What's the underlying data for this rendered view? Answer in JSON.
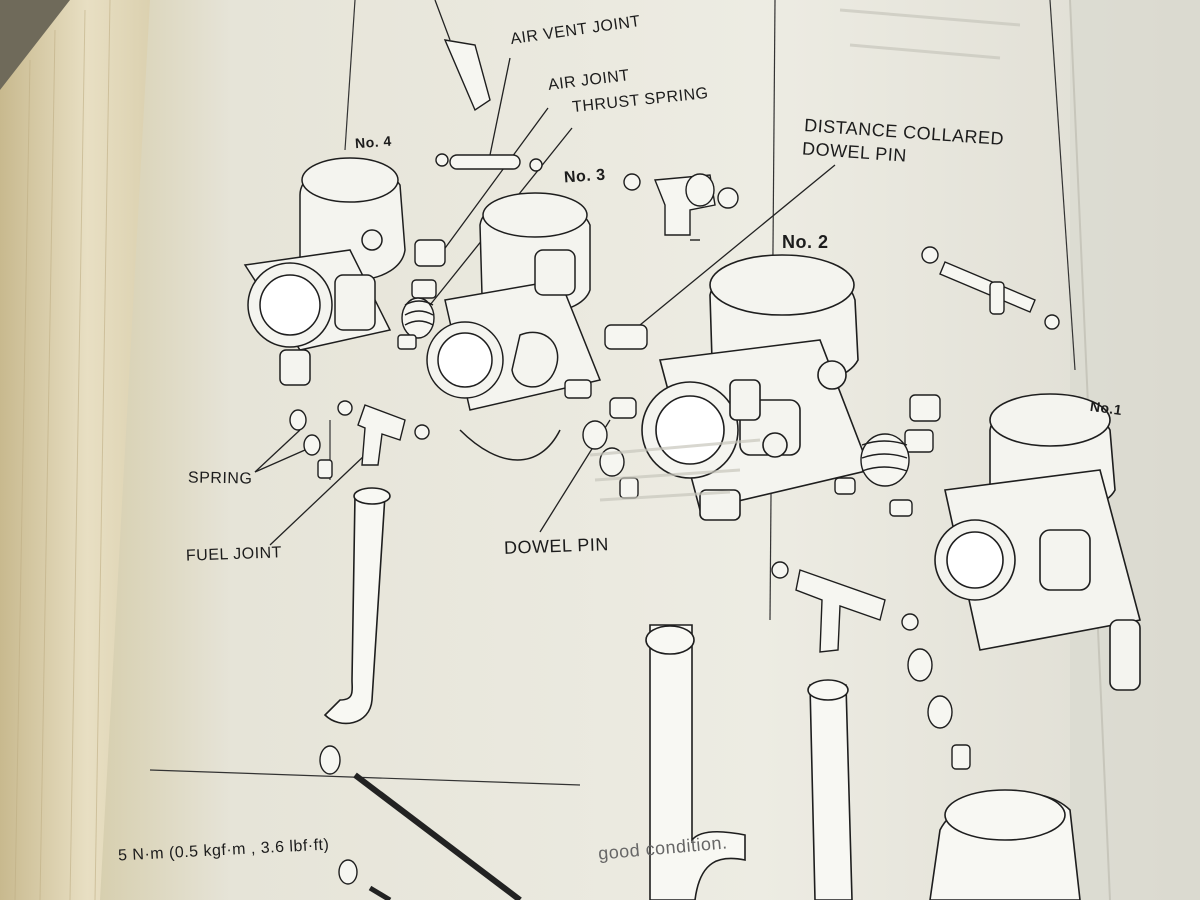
{
  "labels": {
    "air_vent_joint": "AIR VENT JOINT",
    "air_joint": "AIR JOINT",
    "thrust_spring": "THRUST SPRING",
    "distance_collared_line1": "DISTANCE COLLARED",
    "distance_collared_line2": "DOWEL PIN",
    "no4": "No. 4",
    "no3": "No. 3",
    "no2": "No. 2",
    "no1": "No.1",
    "spring": "SPRING",
    "fuel_joint": "FUEL JOINT",
    "dowel_pin": "DOWEL PIN",
    "torque": "5 N·m (0.5 kgf·m , 3.6 lbf·ft)",
    "bottom_text": "good condition."
  },
  "colors": {
    "page": "#ecebe2",
    "page_edge": "#d8cfb0",
    "background": "#6f6a5a",
    "ink": "#1c1c1c"
  }
}
